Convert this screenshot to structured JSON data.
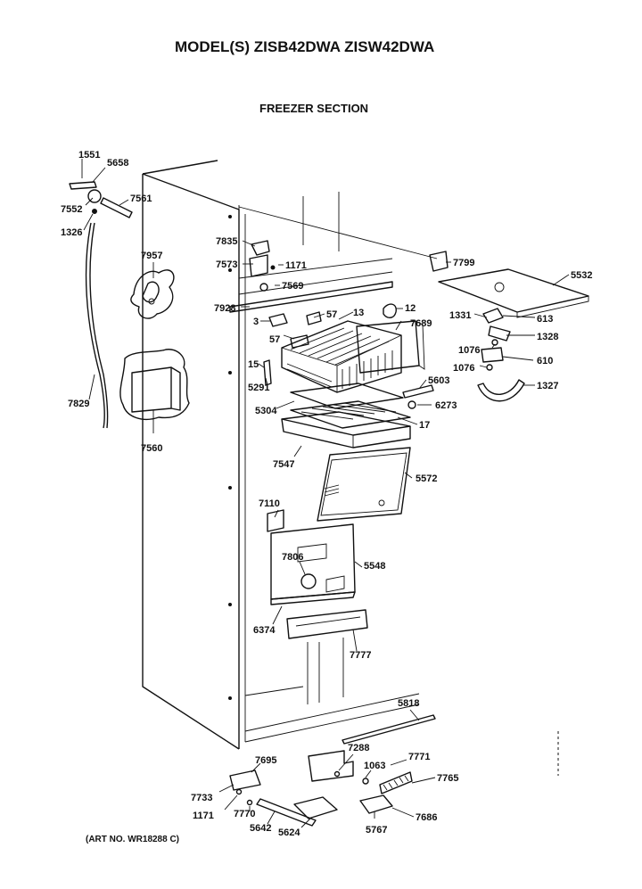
{
  "header": {
    "title": "MODEL(S) ZISB42DWA  ZISW42DWA",
    "subtitle": "FREEZER SECTION"
  },
  "footer": {
    "art_number": "(ART NO. WR18288 C)"
  },
  "callouts": {
    "c1551": "1551",
    "c5658": "5658",
    "c7552": "7552",
    "c1326": "1326",
    "c7561": "7561",
    "c7957": "7957",
    "c7829": "7829",
    "c7560": "7560",
    "c7835": "7835",
    "c7573": "7573",
    "c1171a": "1171",
    "c7569": "7569",
    "c7928": "7928",
    "c3": "3",
    "c57a": "57",
    "c57b": "57",
    "c13": "13",
    "c12": "12",
    "c7689": "7689",
    "c15": "15",
    "c5291": "5291",
    "c5603": "5603",
    "c5304": "5304",
    "c6273": "6273",
    "c17": "17",
    "c7547": "7547",
    "c5572": "5572",
    "c7799": "7799",
    "c5532": "5532",
    "c1331": "1331",
    "c613": "613",
    "c1076a": "1076",
    "c1328": "1328",
    "c610": "610",
    "c1076b": "1076",
    "c1327": "1327",
    "c7110": "7110",
    "c7806": "7806",
    "c5548": "5548",
    "c6374": "6374",
    "c7777": "7777",
    "c5818": "5818",
    "c7288": "7288",
    "c7695": "7695",
    "c1063": "1063",
    "c7771": "7771",
    "c7765": "7765",
    "c7733": "7733",
    "c1171b": "1171",
    "c7770": "7770",
    "c5642": "5642",
    "c5624": "5624",
    "c5767": "5767",
    "c7686": "7686"
  }
}
